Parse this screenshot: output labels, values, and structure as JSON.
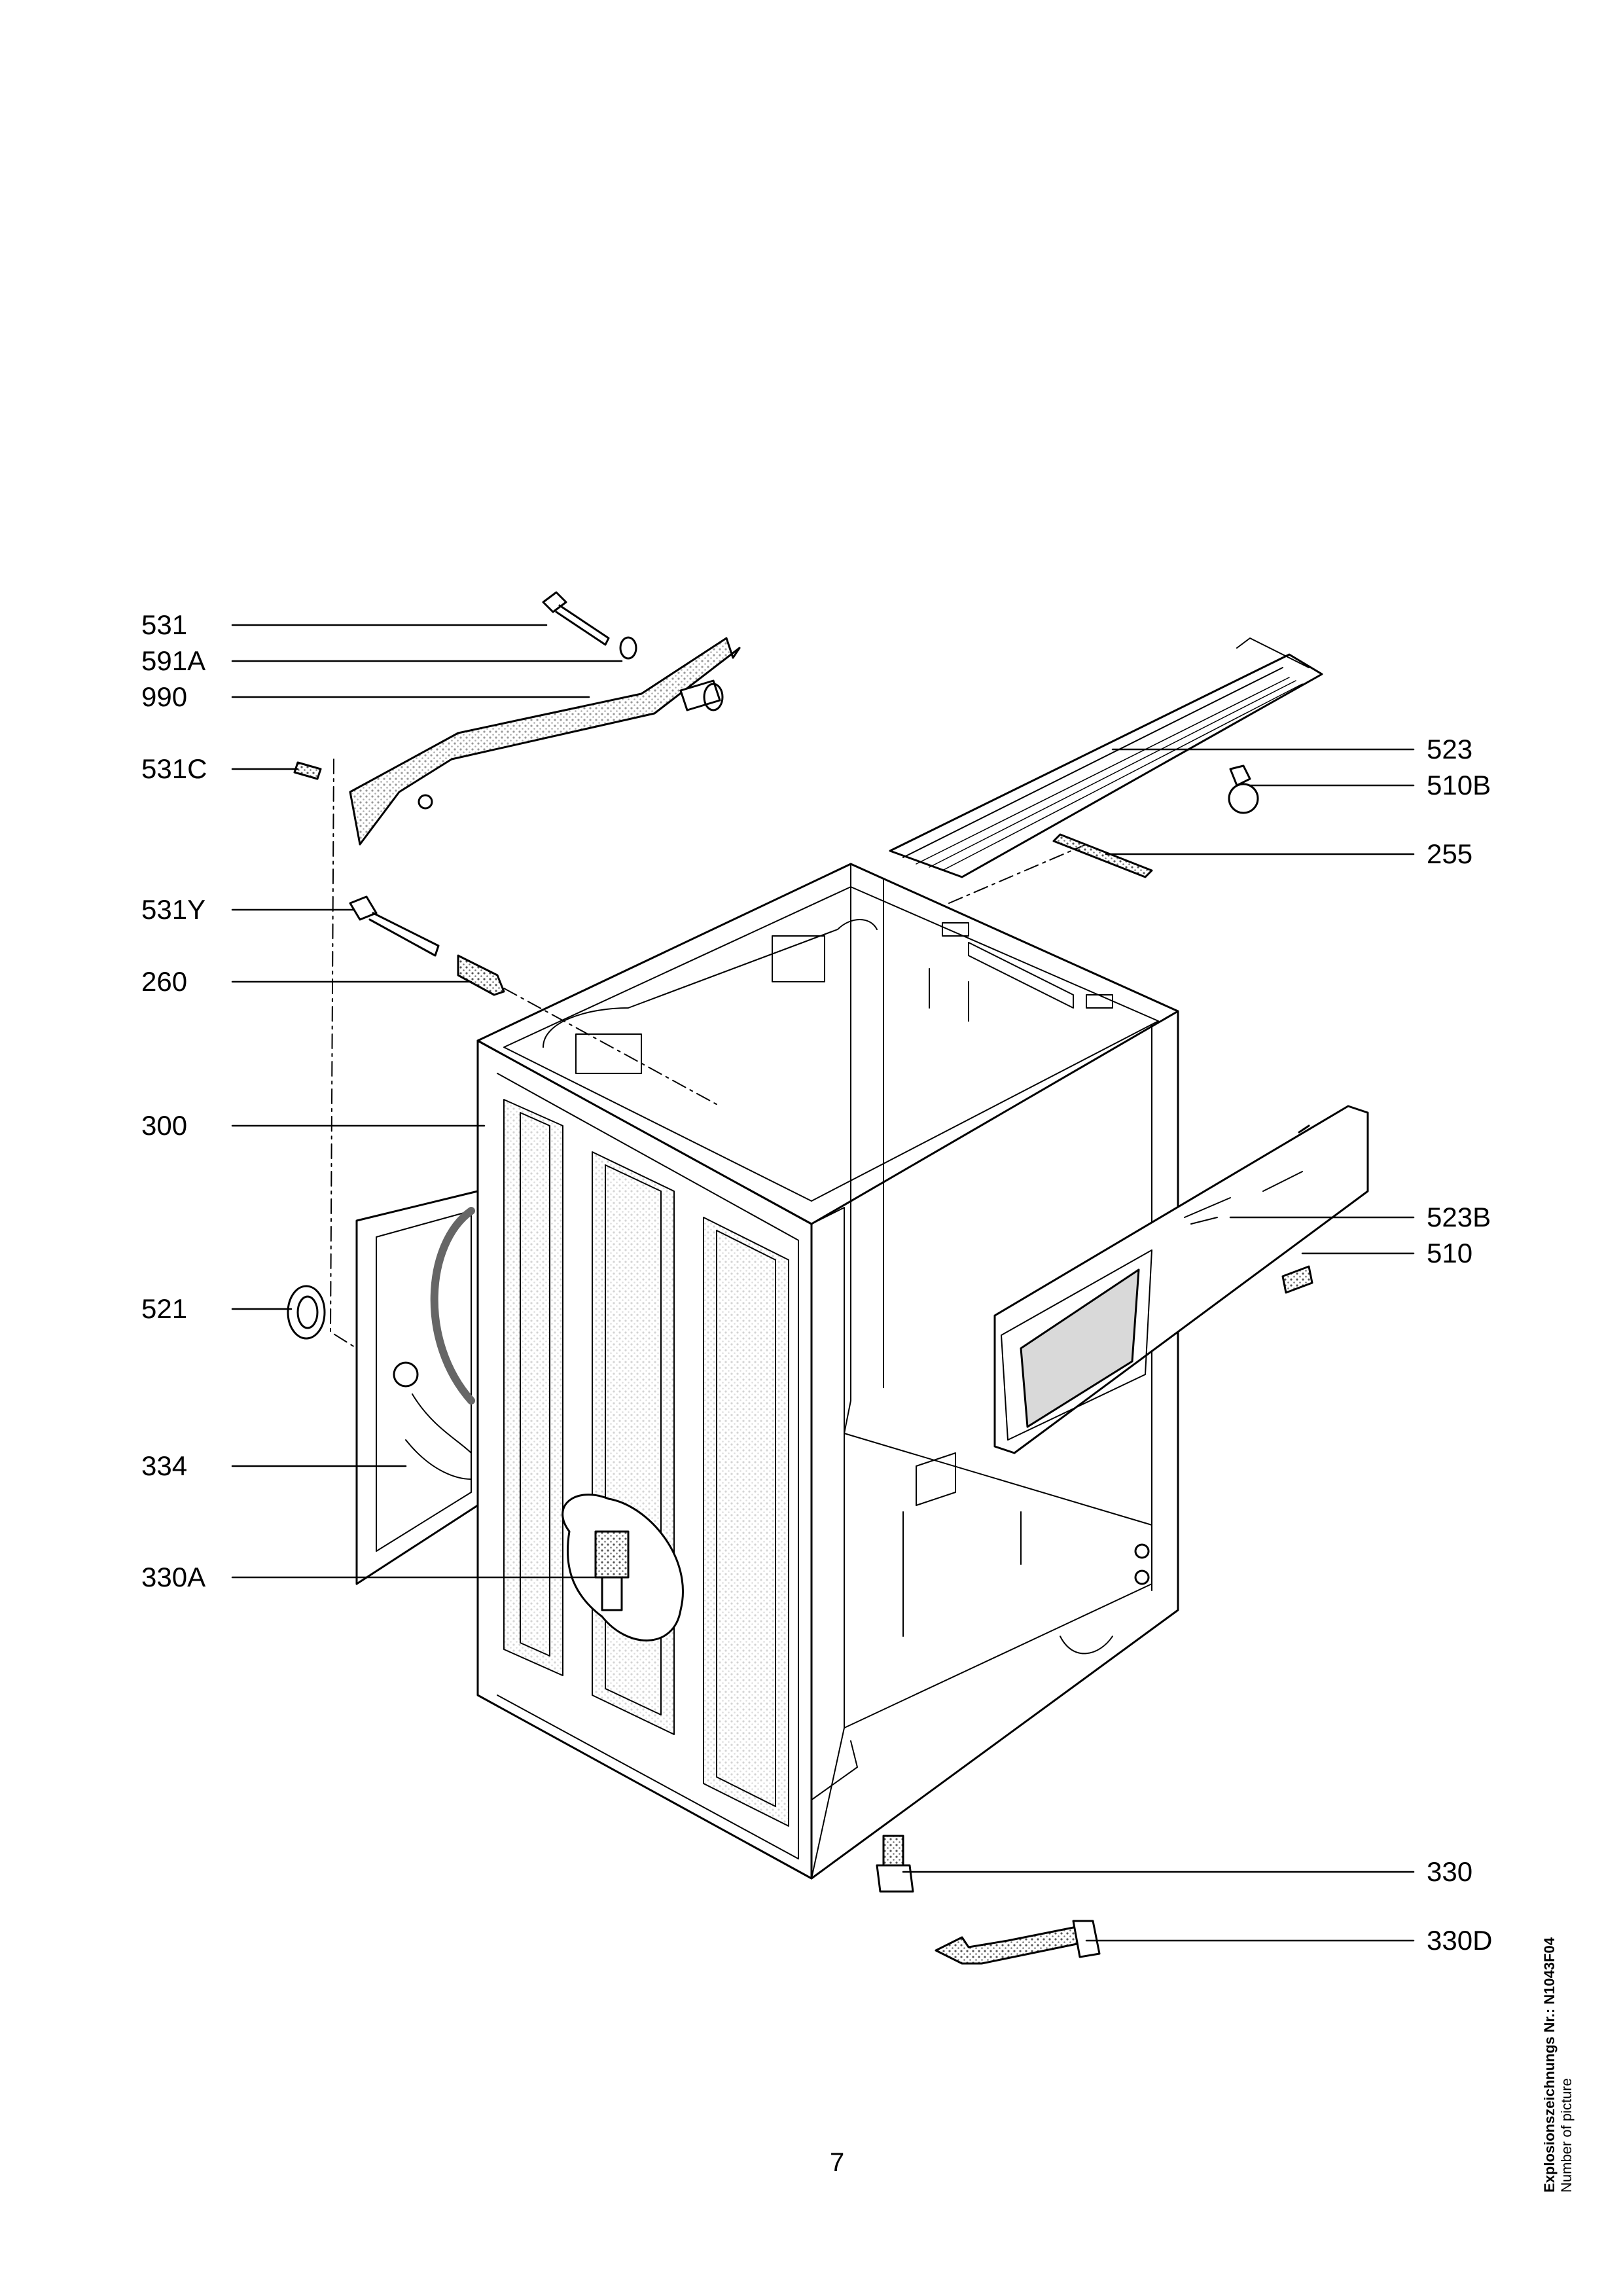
{
  "callouts_left": [
    {
      "id": "531",
      "label": "531"
    },
    {
      "id": "591A",
      "label": "591A"
    },
    {
      "id": "990",
      "label": "990"
    },
    {
      "id": "531C",
      "label": "531C"
    },
    {
      "id": "531Y",
      "label": "531Y"
    },
    {
      "id": "260",
      "label": "260"
    },
    {
      "id": "300",
      "label": "300"
    },
    {
      "id": "521",
      "label": "521"
    },
    {
      "id": "334",
      "label": "334"
    },
    {
      "id": "330A",
      "label": "330A"
    }
  ],
  "callouts_right": [
    {
      "id": "523",
      "label": "523"
    },
    {
      "id": "510B",
      "label": "510B"
    },
    {
      "id": "255",
      "label": "255"
    },
    {
      "id": "523B",
      "label": "523B"
    },
    {
      "id": "510",
      "label": "510"
    },
    {
      "id": "330",
      "label": "330"
    },
    {
      "id": "330D",
      "label": "330D"
    }
  ],
  "page_number": "7",
  "side_note": {
    "line1": "Explosionszeichnungs Nr.:  N1043F04",
    "line2": "Number of picture"
  },
  "colors": {
    "ink": "#000000",
    "shade": "#9a9a9a",
    "paper": "#ffffff"
  }
}
